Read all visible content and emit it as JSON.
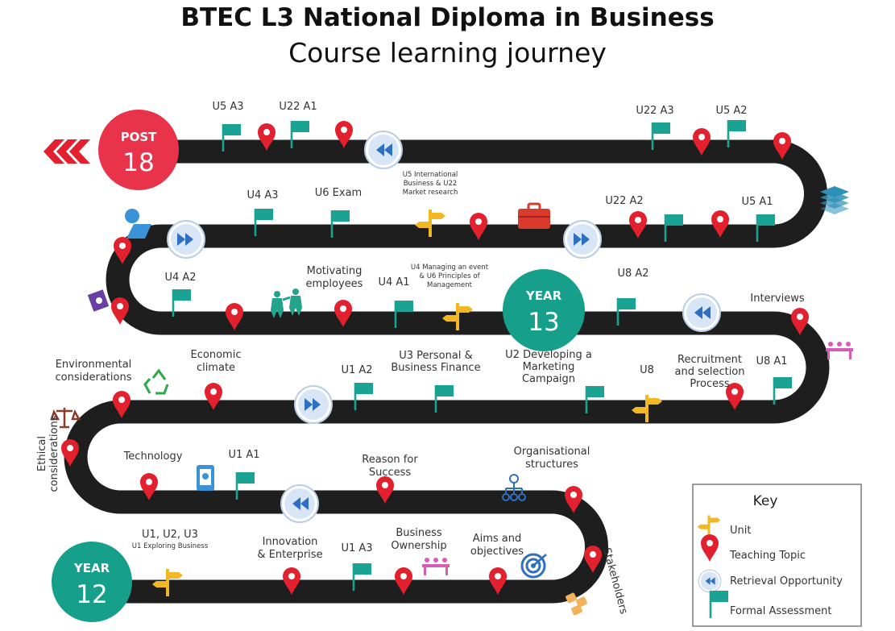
{
  "header": {
    "title": "BTEC L3 National Diploma in Business",
    "subtitle": "Course learning journey"
  },
  "colors": {
    "road": "#1e1e1e",
    "flag": "#1aa392",
    "pin": "#e3202e",
    "signpost": "#f2b823",
    "retrieval": "#2f6fc1",
    "post18": "#e8334a",
    "year": "#16a08c"
  },
  "badges": {
    "post18": {
      "top": "POST",
      "num": "18"
    },
    "year13": {
      "top": "YEAR",
      "num": "13"
    },
    "year12": {
      "top": "YEAR",
      "num": "12"
    }
  },
  "labels": {
    "u5a3": "U5 A3",
    "u22a1": "U22 A1",
    "u22a3": "U22 A3",
    "u5a2": "U5 A2",
    "u4a3": "U4 A3",
    "u6exam": "U6 Exam",
    "u5intl_1": "U5 International",
    "u5intl_2": "Business & U22",
    "u5intl_3": "Market research",
    "u22a2": "U22 A2",
    "u5a1": "U5 A1",
    "u4a2": "U4 A2",
    "motiv_1": "Motivating",
    "motiv_2": "employees",
    "u4a1": "U4 A1",
    "u4mgr_1": "U4 Managing an event",
    "u4mgr_2": "& U6 Principles of",
    "u4mgr_3": "Management",
    "u8a2": "U8 A2",
    "interviews": "Interviews",
    "env_1": "Environmental",
    "env_2": "considerations",
    "econ_1": "Economic",
    "econ_2": "climate",
    "u1a2": "U1 A2",
    "u3_1": "U3 Personal &",
    "u3_2": "Business Finance",
    "u2_1": "U2 Developing a",
    "u2_2": "Marketing",
    "u2_3": "Campaign",
    "u8": "U8",
    "recruit_1": "Recruitment",
    "recruit_2": "and selection",
    "recruit_3": "Process",
    "u8a1": "U8 A1",
    "ethical_1": "Ethical",
    "ethical_2": "considerations",
    "technology": "Technology",
    "u1a1": "U1 A1",
    "reason_1": "Reason for",
    "reason_2": "Success",
    "org_1": "Organisational",
    "org_2": "structures",
    "u123": "U1, U2, U3",
    "u1explore": "U1 Exploring Business",
    "innov_1": "Innovation",
    "innov_2": "& Enterprise",
    "u1a3": "U1 A3",
    "bizown_1": "Business",
    "bizown_2": "Ownership",
    "aims_1": "Aims and",
    "aims_2": "objectives",
    "stakeholders": "Stakeholders"
  },
  "key": {
    "title": "Key",
    "unit": "Unit",
    "teaching": "Teaching Topic",
    "retrieval": "Retrieval Opportunity",
    "assessment": "Formal Assessment"
  },
  "icons": {
    "arrow": "double-chevron-left-icon",
    "flag": "flag-icon",
    "pin": "map-pin-icon",
    "signpost": "signpost-icon",
    "retrieval": "rewind-icon",
    "forward": "fast-forward-icon",
    "books": "books-icon",
    "person": "person-icon",
    "briefcase": "briefcase-icon",
    "certificate": "certificate-icon",
    "teamwork": "teamwork-icon",
    "meeting": "meeting-icon",
    "recycle": "recycle-icon",
    "scales": "scales-icon",
    "phone": "phone-icon",
    "org_chart": "org-chart-icon",
    "target": "target-icon",
    "hands": "hands-icon"
  }
}
